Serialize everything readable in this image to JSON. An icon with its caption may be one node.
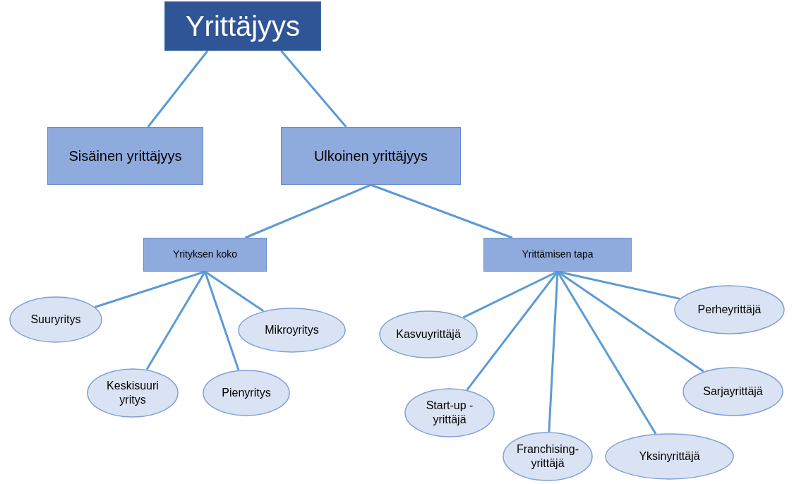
{
  "diagram": {
    "nodes": [
      {
        "text": [
          "Yrittäjyys"
        ]
      },
      {
        "text": [
          "Sisäinen yrittäjyys"
        ]
      },
      {
        "text": [
          "Ulkoinen yrittäjyys"
        ]
      },
      {
        "text": [
          "Yrityksen koko"
        ]
      },
      {
        "text": [
          "Yrittämisen tapa"
        ]
      },
      {
        "text": [
          "Suuryritys"
        ]
      },
      {
        "text": [
          "Keskisuuri yritys"
        ]
      },
      {
        "text": [
          "Pienyritys"
        ]
      },
      {
        "text": [
          "Mikroyritys"
        ]
      },
      {
        "text": [
          "Kasvuyrittäjä"
        ]
      },
      {
        "text": [
          "Start-up - yrittäjä"
        ]
      },
      {
        "text": [
          "Franchising- yrittäjä"
        ]
      },
      {
        "text": [
          "Yksinyrittäjä"
        ]
      },
      {
        "text": [
          "Sarjayrittäjä"
        ]
      },
      {
        "text": [
          "Perheyrittäjä"
        ]
      }
    ],
    "edges": [
      {
        "from": 0,
        "to": 1,
        "arrow": "none"
      },
      {
        "from": 0,
        "to": 2,
        "arrow": "none"
      },
      {
        "from": 2,
        "to": 3,
        "arrow": "none"
      },
      {
        "from": 2,
        "to": 4,
        "arrow": "none"
      },
      {
        "from": 3,
        "to": 5,
        "arrow": "none"
      },
      {
        "from": 3,
        "to": 6,
        "arrow": "none"
      },
      {
        "from": 3,
        "to": 7,
        "arrow": "none"
      },
      {
        "from": 3,
        "to": 8,
        "arrow": "none"
      },
      {
        "from": 4,
        "to": 9,
        "arrow": "none"
      },
      {
        "from": 4,
        "to": 10,
        "arrow": "none"
      },
      {
        "from": 4,
        "to": 11,
        "arrow": "none"
      },
      {
        "from": 4,
        "to": 12,
        "arrow": "none"
      },
      {
        "from": 4,
        "to": 13,
        "arrow": "none"
      },
      {
        "from": 4,
        "to": 14,
        "arrow": "none"
      }
    ]
  }
}
